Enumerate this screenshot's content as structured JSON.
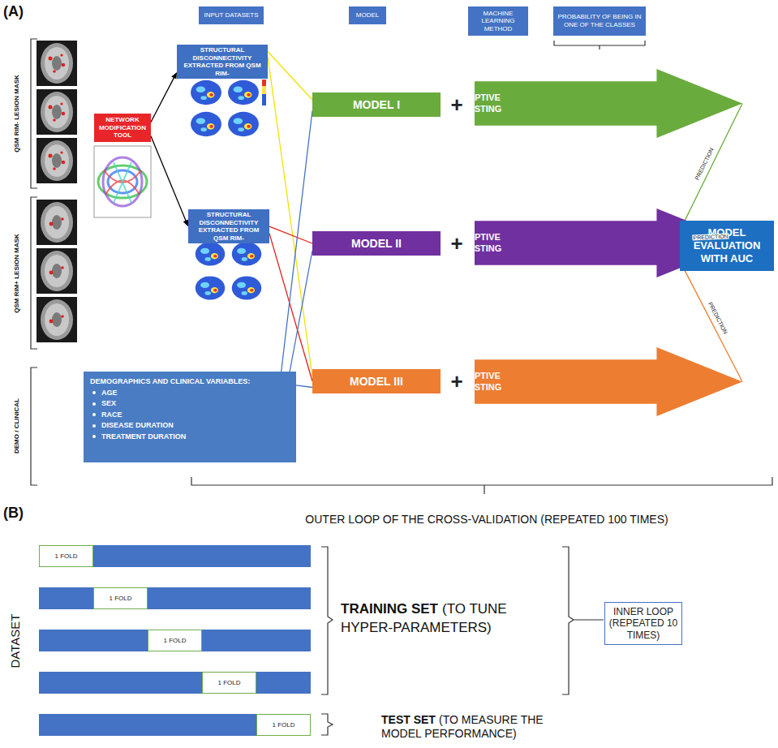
{
  "diagram": {
    "nodes": [
      {
        "text": [
          "INPUT DATASETS"
        ]
      },
      {
        "text": [
          "MODEL"
        ]
      },
      {
        "text": [
          "MACHINE LEARNING METHOD"
        ]
      },
      {
        "text": [
          "PROBABILITY OF BEING IN ONE OF THE CLASSES"
        ]
      },
      {
        "text": [
          "STRUCTURAL DISCONNECTIVITY EXTRACTED FROM QSM RIM-"
        ]
      },
      {
        "text": [
          "NETWORK MODIFICATION TOOL"
        ]
      },
      {
        "text": [
          "MODEL I"
        ]
      },
      {
        "text": [
          "ADAPTIVE BOOSTING"
        ]
      },
      {
        "text": [
          "STRUCTURAL DISCONNECTIVITY EXTRACTED FROM QSM RIM-"
        ]
      },
      {
        "text": [
          "MODEL II"
        ]
      },
      {
        "text": [
          "ADAPTIVE BOOSTING"
        ]
      },
      {
        "text": [
          "MODEL EVALUATION WITH AUC"
        ]
      },
      {
        "text": [
          "DEMOGRAPHICS AND CLINICAL VARIABLES:",
          "AGE",
          "SEX",
          "RACE",
          "DISEASE DURATION",
          "TREATMENT DURATION"
        ]
      },
      {
        "text": [
          "MODEL III"
        ]
      },
      {
        "text": [
          "ADAPTIVE BOOSTING"
        ]
      },
      {
        "text": [
          "1 FOLD"
        ]
      },
      {
        "text": [
          "1 FOLD"
        ]
      },
      {
        "text": [
          "1 FOLD"
        ]
      },
      {
        "text": [
          "1 FOLD"
        ]
      },
      {
        "text": [
          "1 FOLD"
        ]
      },
      {
        "text": [
          "INNER LOOP (REPEATED 10 TIMES)"
        ]
      }
    ],
    "edges": [
      {
        "from": 5,
        "to": 4,
        "arrow": "to"
      },
      {
        "from": 5,
        "to": 8,
        "arrow": "to"
      },
      {
        "from": 4,
        "to": 6,
        "arrow": "none"
      },
      {
        "from": 4,
        "to": 13,
        "arrow": "none"
      },
      {
        "from": 8,
        "to": 9,
        "arrow": "none"
      },
      {
        "from": 8,
        "to": 13,
        "arrow": "none"
      },
      {
        "from": 12,
        "to": 6,
        "arrow": "none"
      },
      {
        "from": 12,
        "to": 9,
        "arrow": "none"
      },
      {
        "from": 12,
        "to": 13,
        "arrow": "none"
      },
      {
        "from": 7,
        "to": 11,
        "label": "PREDICTION",
        "arrow": "none"
      },
      {
        "from": 10,
        "to": 11,
        "label": "PREDICTION",
        "arrow": "none"
      },
      {
        "from": 14,
        "to": 11,
        "label": "PREDICTION",
        "arrow": "none"
      }
    ],
    "labels": [
      "(A)",
      "QSM RIM- LESION MASK",
      "QSM RIM+ LESION MASK",
      "DEMO / CLINICAL",
      "+",
      "+",
      "+",
      "(B)",
      "OUTER LOOP OF THE CROSS-VALIDATION (REPEATED 100 TIMES)",
      "DATASET",
      "TRAINING SET",
      "(TO TUNE HYPER-PARAMETERS)",
      "TEST SET",
      "(TO MEASURE THE MODEL PERFORMANCE)"
    ]
  }
}
